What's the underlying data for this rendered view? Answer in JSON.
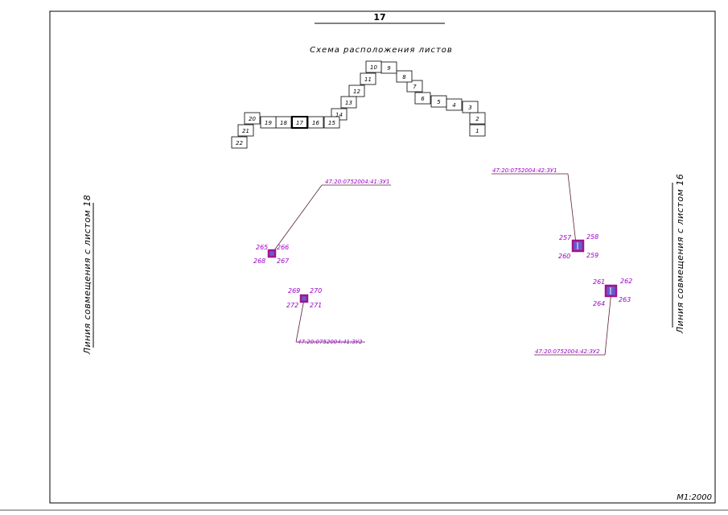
{
  "sheet": {
    "number": "17",
    "scale": "М1:2000"
  },
  "layout_scheme": {
    "title": "Схема расположения листов",
    "current_sheet": "17",
    "sheets": [
      "1",
      "2",
      "3",
      "4",
      "5",
      "6",
      "7",
      "8",
      "9",
      "10",
      "11",
      "12",
      "13",
      "14",
      "15",
      "16",
      "17",
      "18",
      "19",
      "20",
      "21",
      "22"
    ]
  },
  "match_lines": {
    "left": "Линия совмещения с листом 18",
    "right": "Линия совмещения с листом 16"
  },
  "parcels": [
    {
      "id": "p1",
      "label": "47:20:0752004:41:ЗУ1",
      "points": [
        "265",
        "266",
        "267",
        "268"
      ]
    },
    {
      "id": "p2",
      "label": "47:20:0752004:41:ЗУ2",
      "points": [
        "269",
        "270",
        "271",
        "272"
      ]
    },
    {
      "id": "p3",
      "label": "47:20:0752004:42:ЗУ1",
      "points": [
        "257",
        "258",
        "259",
        "260"
      ]
    },
    {
      "id": "p4",
      "label": "47:20:0752004:42:ЗУ2",
      "points": [
        "261",
        "262",
        "263",
        "264"
      ]
    }
  ],
  "colors": {
    "frame": "#000000",
    "parcel_label": "#9b00c8",
    "parcel_border": "#a0148c",
    "parcel_fill": "#6a5acd",
    "leader_line": "#5a1e3c"
  }
}
